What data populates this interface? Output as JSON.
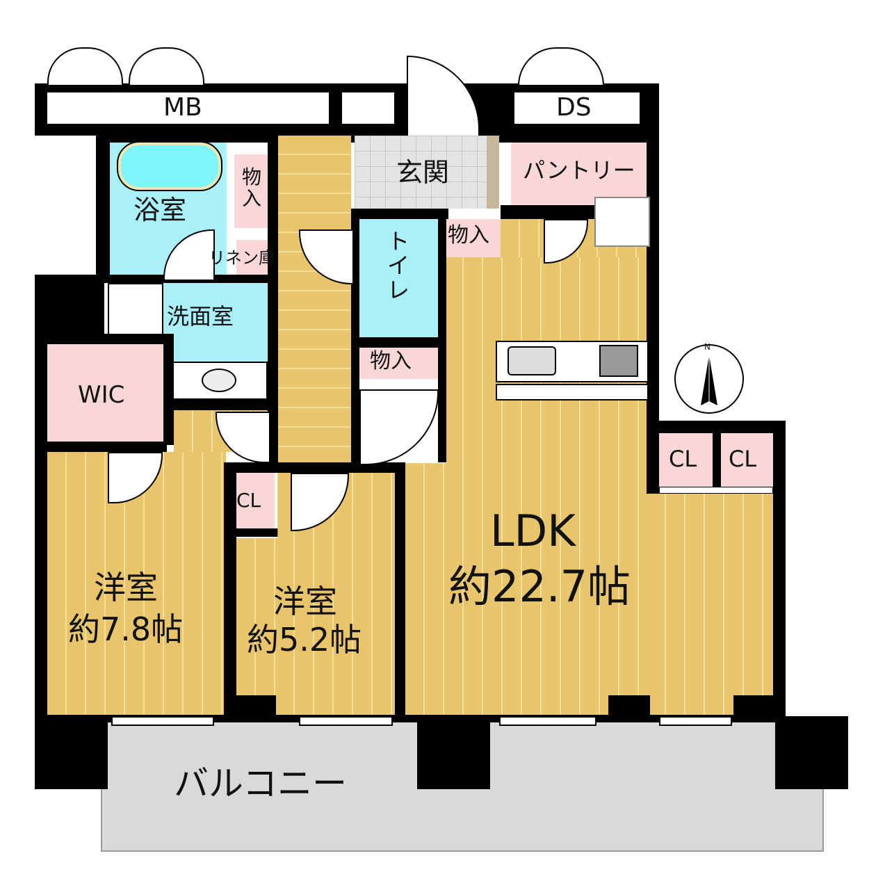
{
  "rooms": {
    "mb": "MB",
    "ds": "DS",
    "bath": "浴室",
    "storage1": "物入",
    "linen": "リネン庫",
    "entrance": "玄関",
    "pantry": "パントリー",
    "toilet": "トイレ",
    "storage2": "物入",
    "washroom": "洗面室",
    "wic": "WIC",
    "storage3": "物入",
    "cl1": "CL",
    "cl2": "CL",
    "cl3": "CL",
    "western1_name": "洋室",
    "western1_size": "約7.8帖",
    "western2_name": "洋室",
    "western2_size": "約5.2帖",
    "ldk_name": "LDK",
    "ldk_size": "約22.7帖",
    "balcony": "バルコニー"
  },
  "compass": {
    "north_label": "N"
  },
  "colors": {
    "wood": "#e8c46a",
    "wet": "#a9f0f8",
    "storage": "#f9d7d7",
    "balcony": "#d9d9d9",
    "wall": "#000000"
  }
}
